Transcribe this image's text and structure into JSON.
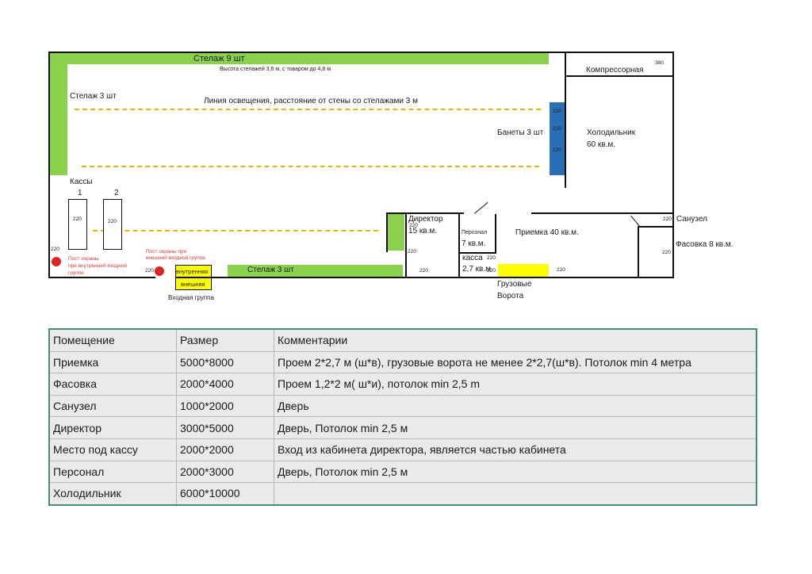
{
  "plan": {
    "shelf_top": "Стелаж 9 шт",
    "shelf_height": "Высота стелажей 3,6 м, с товаром до 4,8 м",
    "shelf_left": "Стелаж 3 шт",
    "light_line": "Линия освещения, расстояние от стены со стелажами 3 м",
    "compressor": "Компрессорная",
    "v380": "380",
    "banety": "Банеты 3 шт",
    "v220": "220",
    "fridge_line1": "Холодильник",
    "fridge_line2": "60 кв.м.",
    "kassy": "Кассы",
    "kassa_1": "1",
    "kassa_2": "2",
    "director_line1": "Директор",
    "director_line2": "15 кв.м.",
    "personal_line1": "Персонал",
    "personal_line2": "7 кв.м.",
    "kassa_line1": "касса",
    "kassa_line2": "2,7 кв.м",
    "priemka": "Приемка 40 кв.м.",
    "sanuzel": "Санузел",
    "fasovka": "Фасовка 8 кв.м.",
    "guard_inner_1": "Пост охраны",
    "guard_inner_2": "при внутренней входной",
    "guard_inner_3": "группе",
    "guard_outer_1": "Пост охраны при",
    "guard_outer_2": "внешней входной группе",
    "inner": "внутренняя",
    "outer": "внешняя",
    "entrance": "Входная группа",
    "shelf_bottom": "Стелаж 3 шт",
    "cargo_line1": "Грузовые",
    "cargo_line2": "Ворота"
  },
  "table": {
    "headers": [
      "Помещение",
      "Размер",
      "Комментарии"
    ],
    "rows": [
      [
        "Приемка",
        "5000*8000",
        "Проем 2*2,7 м (ш*в), грузовые ворота не менее 2*2,7(ш*в). Потолок min 4 метра"
      ],
      [
        "Фасовка",
        "2000*4000",
        "Проем 1,2*2 м( ш*и), потолок min 2,5 m"
      ],
      [
        "Санузел",
        "1000*2000",
        "Дверь"
      ],
      [
        "Директор",
        "3000*5000",
        "Дверь, Потолок min 2,5 м"
      ],
      [
        "Место под кассу",
        "2000*2000",
        "Вход из кабинета директора, является частью кабинета"
      ],
      [
        "Персонал",
        "2000*3000",
        "Дверь, Потолок min 2,5 м"
      ],
      [
        "Холодильник",
        "6000*10000",
        ""
      ]
    ]
  },
  "colors": {
    "shelf": "#8cd14e",
    "banety": "#2a6fb5",
    "light_line": "#e3b70c",
    "guard": "#e02424",
    "entrance": "#ffff00"
  }
}
